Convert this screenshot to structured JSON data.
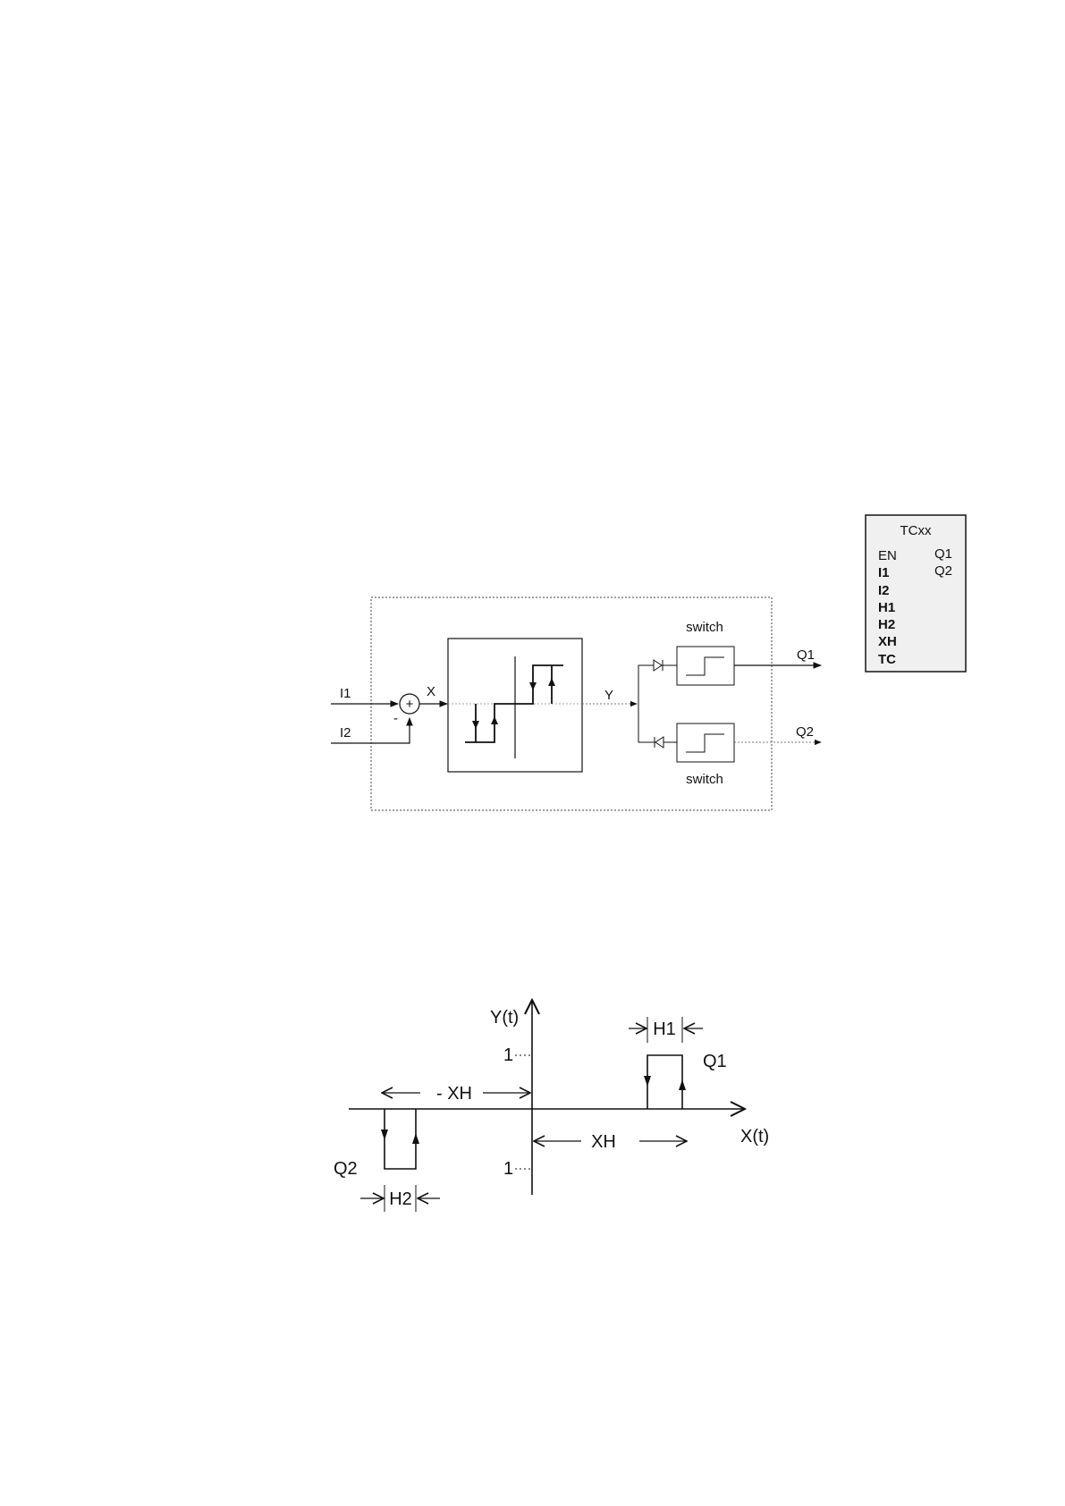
{
  "block": {
    "title": "TCxx",
    "inputs": [
      "EN",
      "I1",
      "I2",
      "H1",
      "H2",
      "XH",
      "TC"
    ],
    "outputs": [
      "Q1",
      "Q2"
    ]
  },
  "schematic": {
    "input_1": "I1",
    "input_2": "I2",
    "sum_plus": "+",
    "sum_minus": "-",
    "signal_x": "X",
    "signal_y": "Y",
    "switch_top_label": "switch",
    "switch_bottom_label": "switch",
    "output_1": "Q1",
    "output_2": "Q2"
  },
  "graph": {
    "y_axis_label": "Y(t)",
    "x_axis_label": "X(t)",
    "tick_top": "1",
    "tick_bottom": "1",
    "label_neg_xh": "- XH",
    "label_xh": "XH",
    "label_h1": "H1",
    "label_h2": "H2",
    "label_q1": "Q1",
    "label_q2": "Q2"
  }
}
